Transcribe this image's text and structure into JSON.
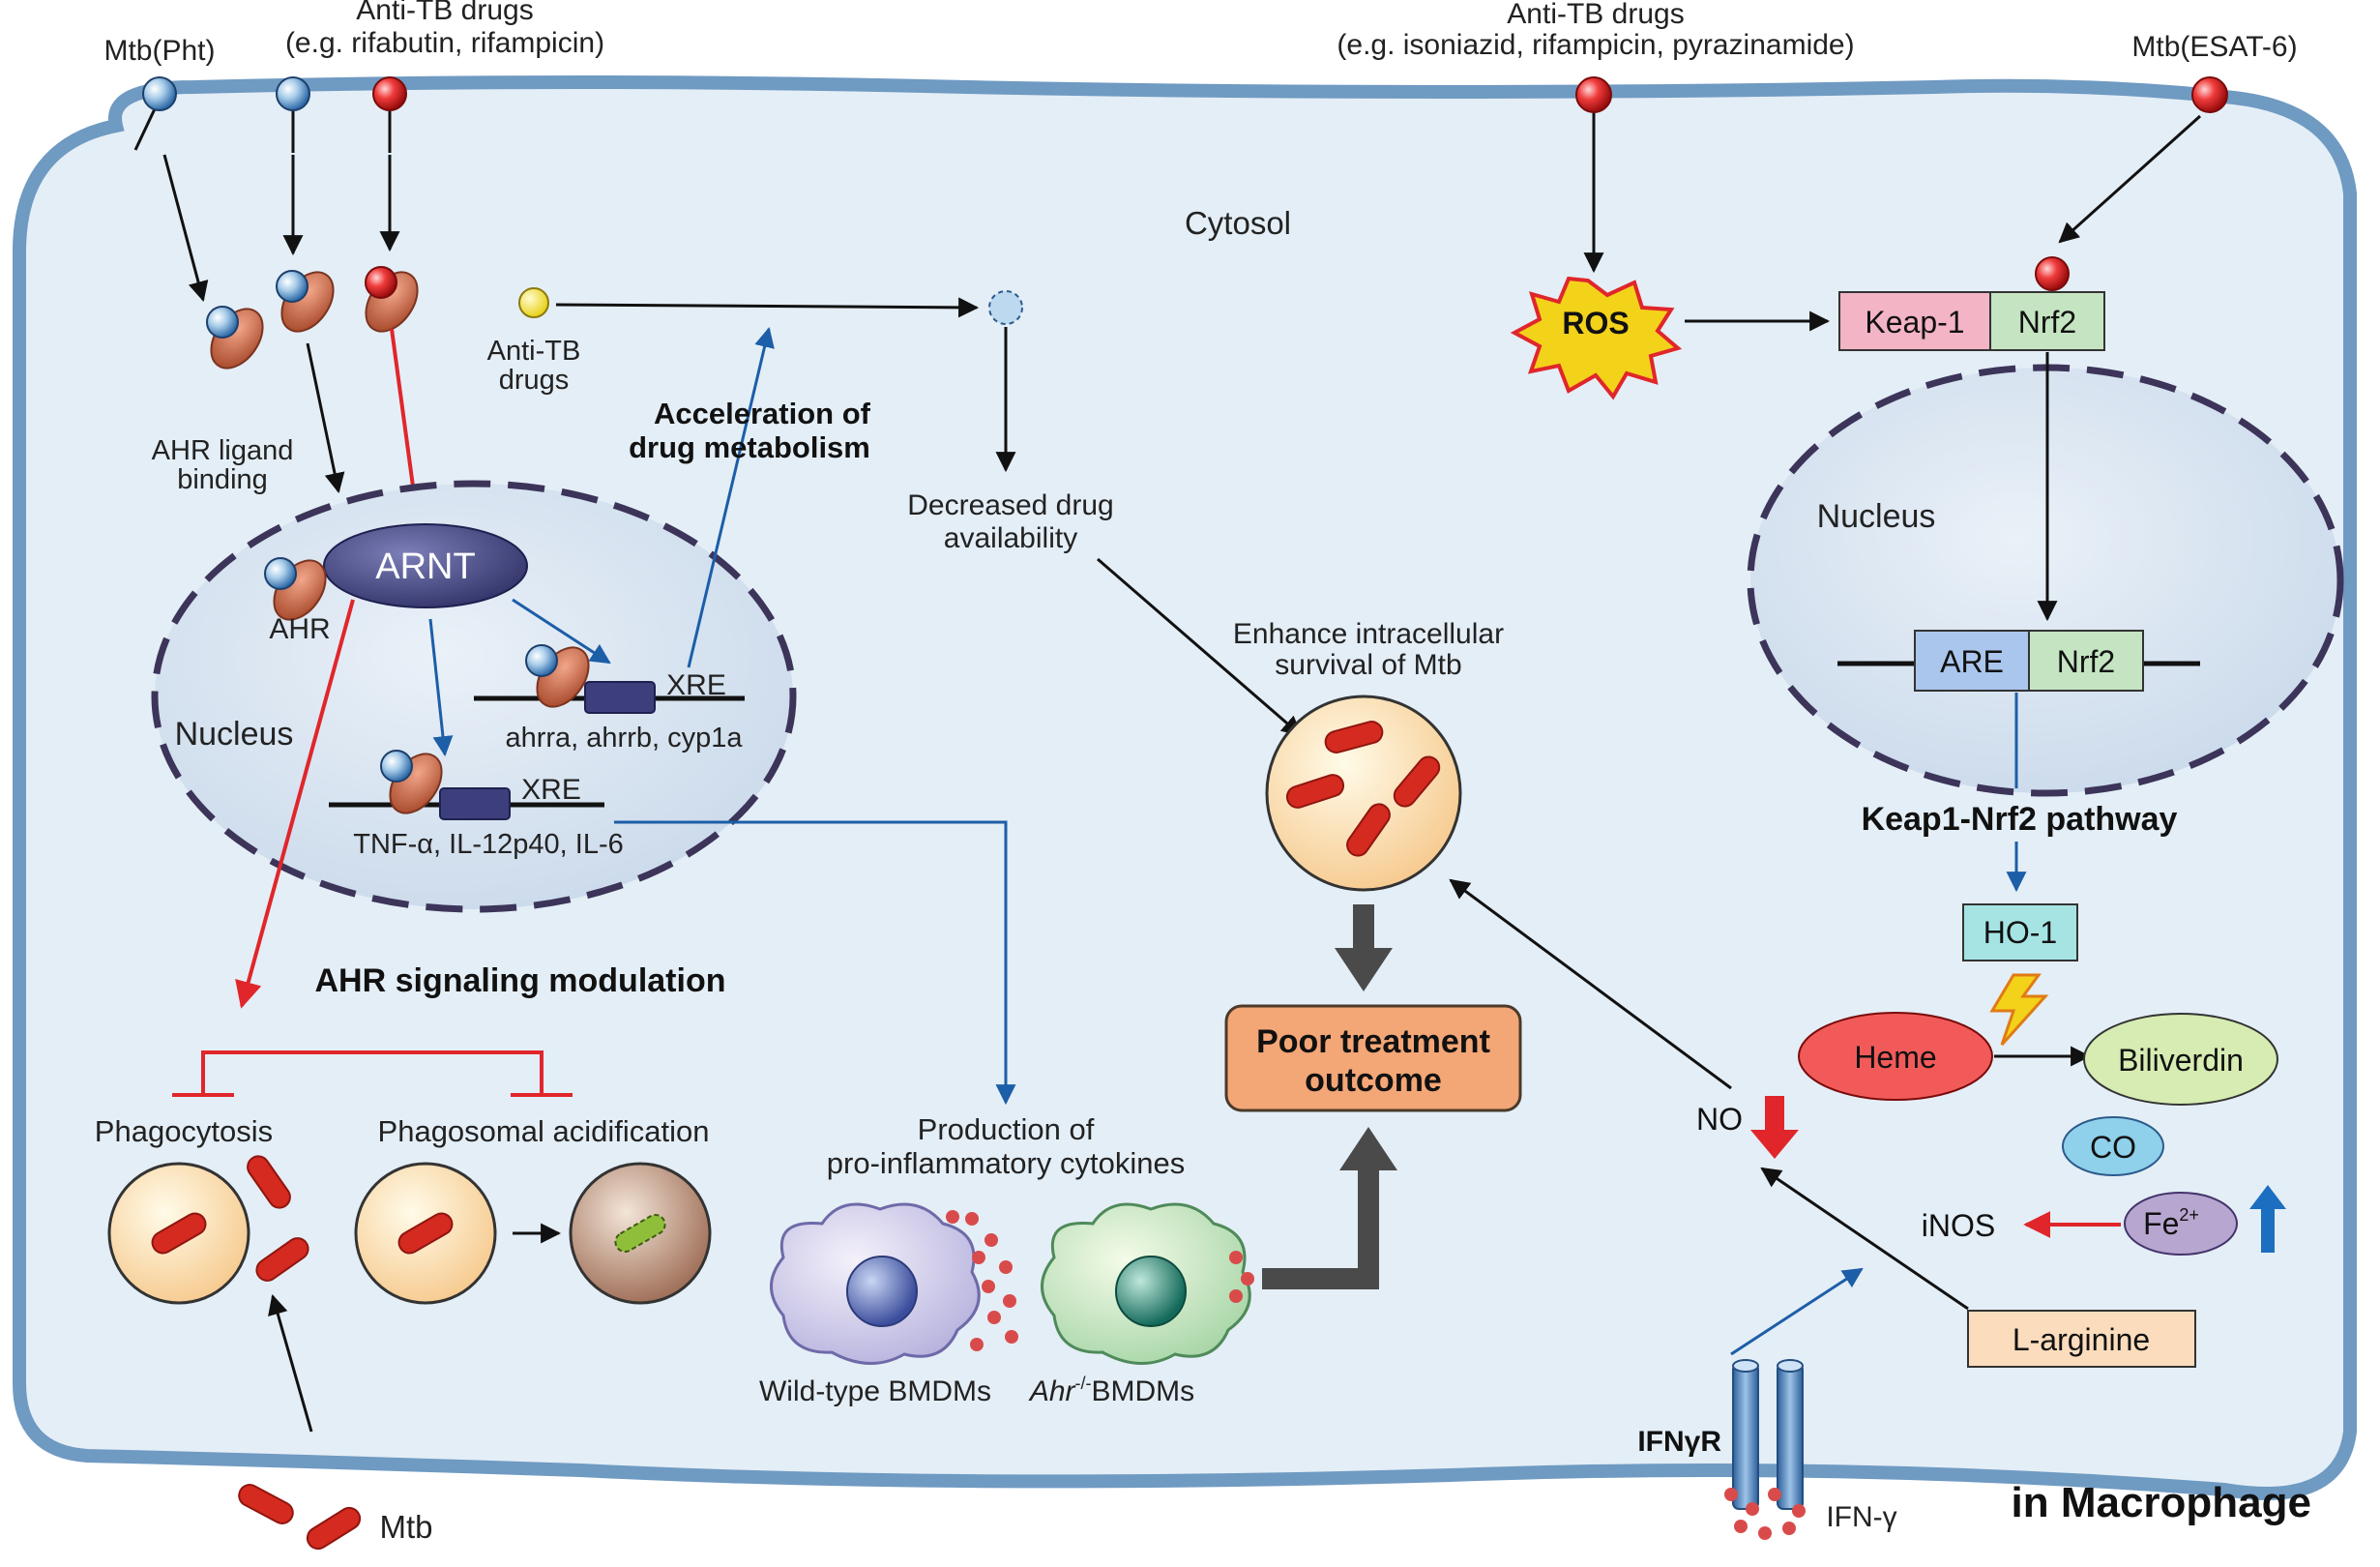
{
  "external": {
    "mtb_pht": "Mtb(Pht)",
    "antitb_left_line1": "Anti-TB drugs",
    "antitb_left_line2": "(e.g. rifabutin, rifampicin)",
    "antitb_right_line1": "Anti-TB drugs",
    "antitb_right_line2": "(e.g. isoniazid, rifampicin, pyrazinamide)",
    "mtb_esat6": "Mtb(ESAT-6)",
    "mtb_bottom": "Mtb",
    "ifng": "IFN-γ"
  },
  "cell": {
    "cytosol": "Cytosol",
    "macrophage": "in Macrophage"
  },
  "ahr_nucleus": {
    "ligand_line1": "AHR ligand",
    "ligand_line2": "binding",
    "arnt": "ARNT",
    "ahr": "AHR",
    "xre": "XRE",
    "genes_a": "ahrra, ahrrb, cyp1a",
    "nucleus": "Nucleus",
    "genes_b": "TNF-α, IL-12p40, IL-6"
  },
  "drug_metabolism": {
    "drug_line1": "Anti-TB",
    "drug_line2": "drugs",
    "accel_line1": "Acceleration of",
    "accel_line2": "drug metabolism",
    "decreased_line1": "Decreased drug",
    "decreased_line2": "availability"
  },
  "signaling": {
    "ahr_mod": "AHR signaling modulation",
    "phagocytosis": "Phagocytosis",
    "acidification": "Phagosomal acidification"
  },
  "cytokines": {
    "line1": "Production of",
    "line2": "pro-inflammatory cytokines",
    "wt": "Wild-type BMDMs",
    "ko_italic": "Ahr",
    "ko_sup": "-/-",
    "ko_rest": "BMDMs"
  },
  "outcome": {
    "survival_line1": "Enhance intracellular",
    "survival_line2": "survival of Mtb",
    "poor_line1": "Poor treatment",
    "poor_line2": "outcome"
  },
  "nrf2": {
    "ros": "ROS",
    "keap1": "Keap-1",
    "nrf2": "Nrf2",
    "nucleus": "Nucleus",
    "are": "ARE",
    "pathway": "Keap1-Nrf2 pathway",
    "ho1": "HO-1",
    "heme": "Heme",
    "biliverdin": "Biliverdin",
    "co": "CO",
    "fe": "Fe",
    "fe_sup": "2+",
    "inos": "iNOS",
    "no": "NO",
    "larginine": "L-arginine",
    "ifngr": "IFNγR"
  },
  "colors": {
    "cell_fill": "#e4eef6",
    "membrane": "#6f9ac2",
    "nucleus_fill": "#d4e1ef",
    "nucleus_border": "#3c3459",
    "inhibit_red": "#e0262b",
    "blue_arrow": "#1c5ea8",
    "black_arrow": "#111111",
    "arnt": "#3d3f7d",
    "receptor": "#c76a4a",
    "bacteria": "#d52a1f",
    "outcome_box": "#f3a676"
  }
}
